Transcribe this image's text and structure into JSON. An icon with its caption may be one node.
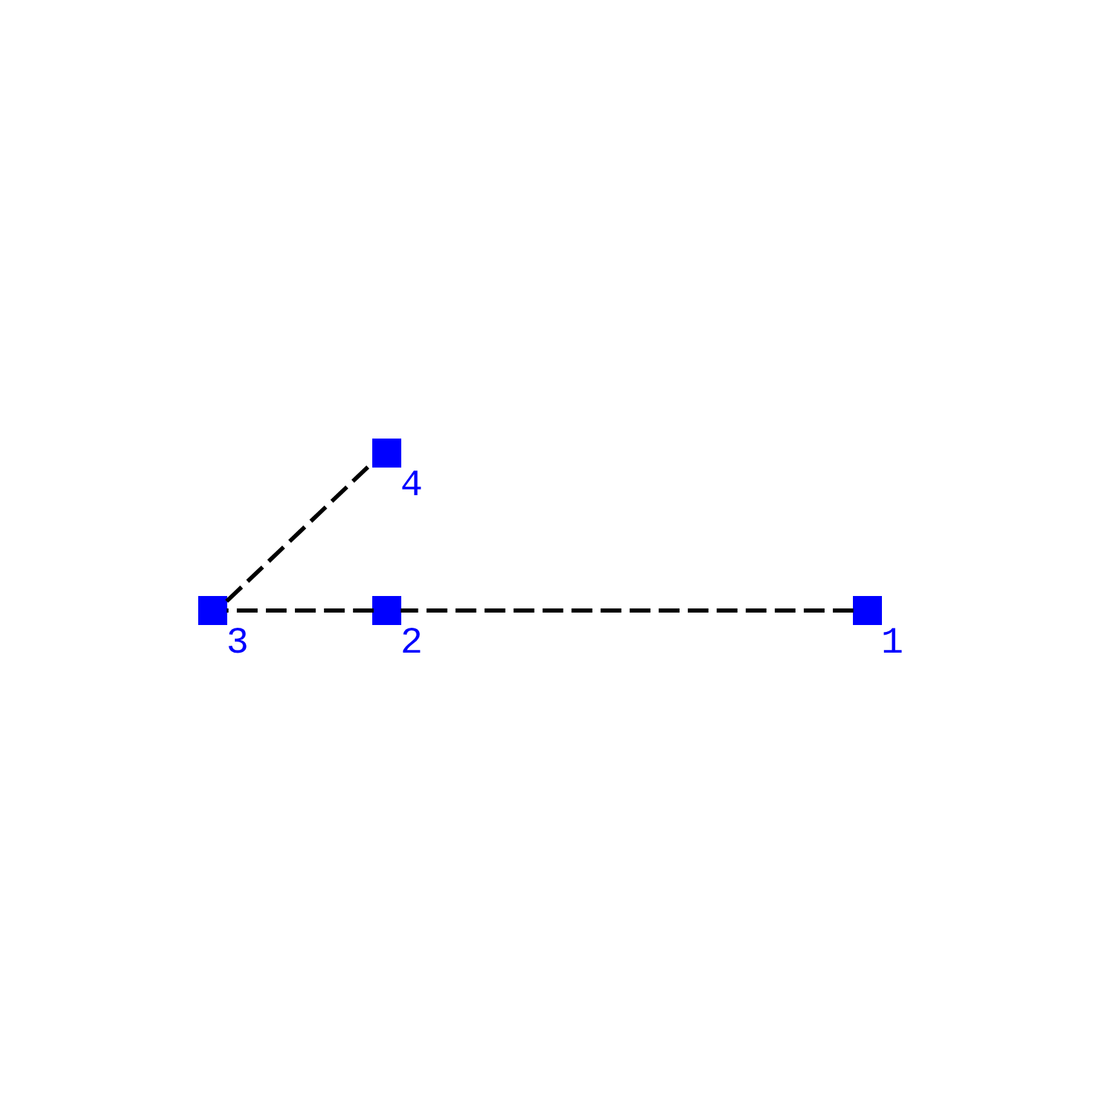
{
  "diagram": {
    "nodes": [
      {
        "text": [],
        "shape": "box",
        "beside": [
          "1"
        ]
      },
      {
        "text": [],
        "shape": "box",
        "beside": [
          "2"
        ]
      },
      {
        "text": [],
        "shape": "box",
        "beside": [
          "3"
        ]
      },
      {
        "text": [],
        "shape": "box",
        "beside": [
          "4"
        ]
      }
    ],
    "edges": [
      {
        "from": 0,
        "to": 1,
        "arrow": "none",
        "style": "dashed"
      },
      {
        "from": 1,
        "to": 2,
        "arrow": "none",
        "style": "dashed"
      },
      {
        "from": 2,
        "to": 3,
        "arrow": "none",
        "style": "dashed"
      }
    ]
  }
}
